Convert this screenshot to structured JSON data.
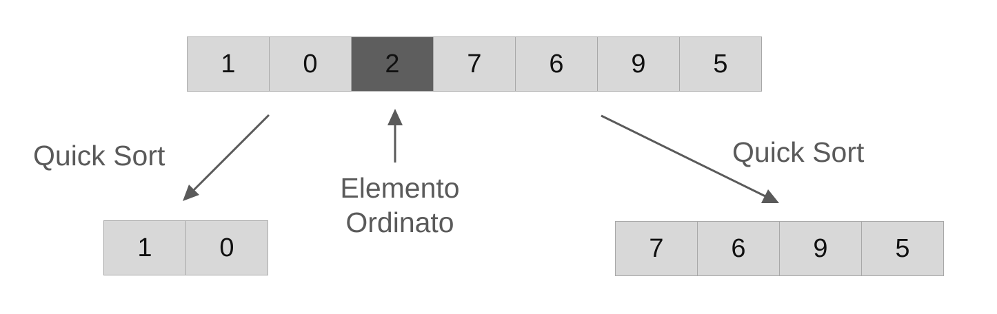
{
  "main_array": [
    "1",
    "0",
    "2",
    "7",
    "6",
    "9",
    "5"
  ],
  "pivot_index": 2,
  "left_array": [
    "1",
    "0"
  ],
  "right_array": [
    "7",
    "6",
    "9",
    "5"
  ],
  "left_label": "Quick Sort",
  "right_label": "Quick Sort",
  "pivot_label": {
    "line1": "Elemento",
    "line2": "Ordinato"
  },
  "colors": {
    "cell_fill": "#d8d8d8",
    "pivot_fill": "#5e5e5e",
    "arrow": "#5a5a5a",
    "label_text": "#5a5a5a"
  }
}
